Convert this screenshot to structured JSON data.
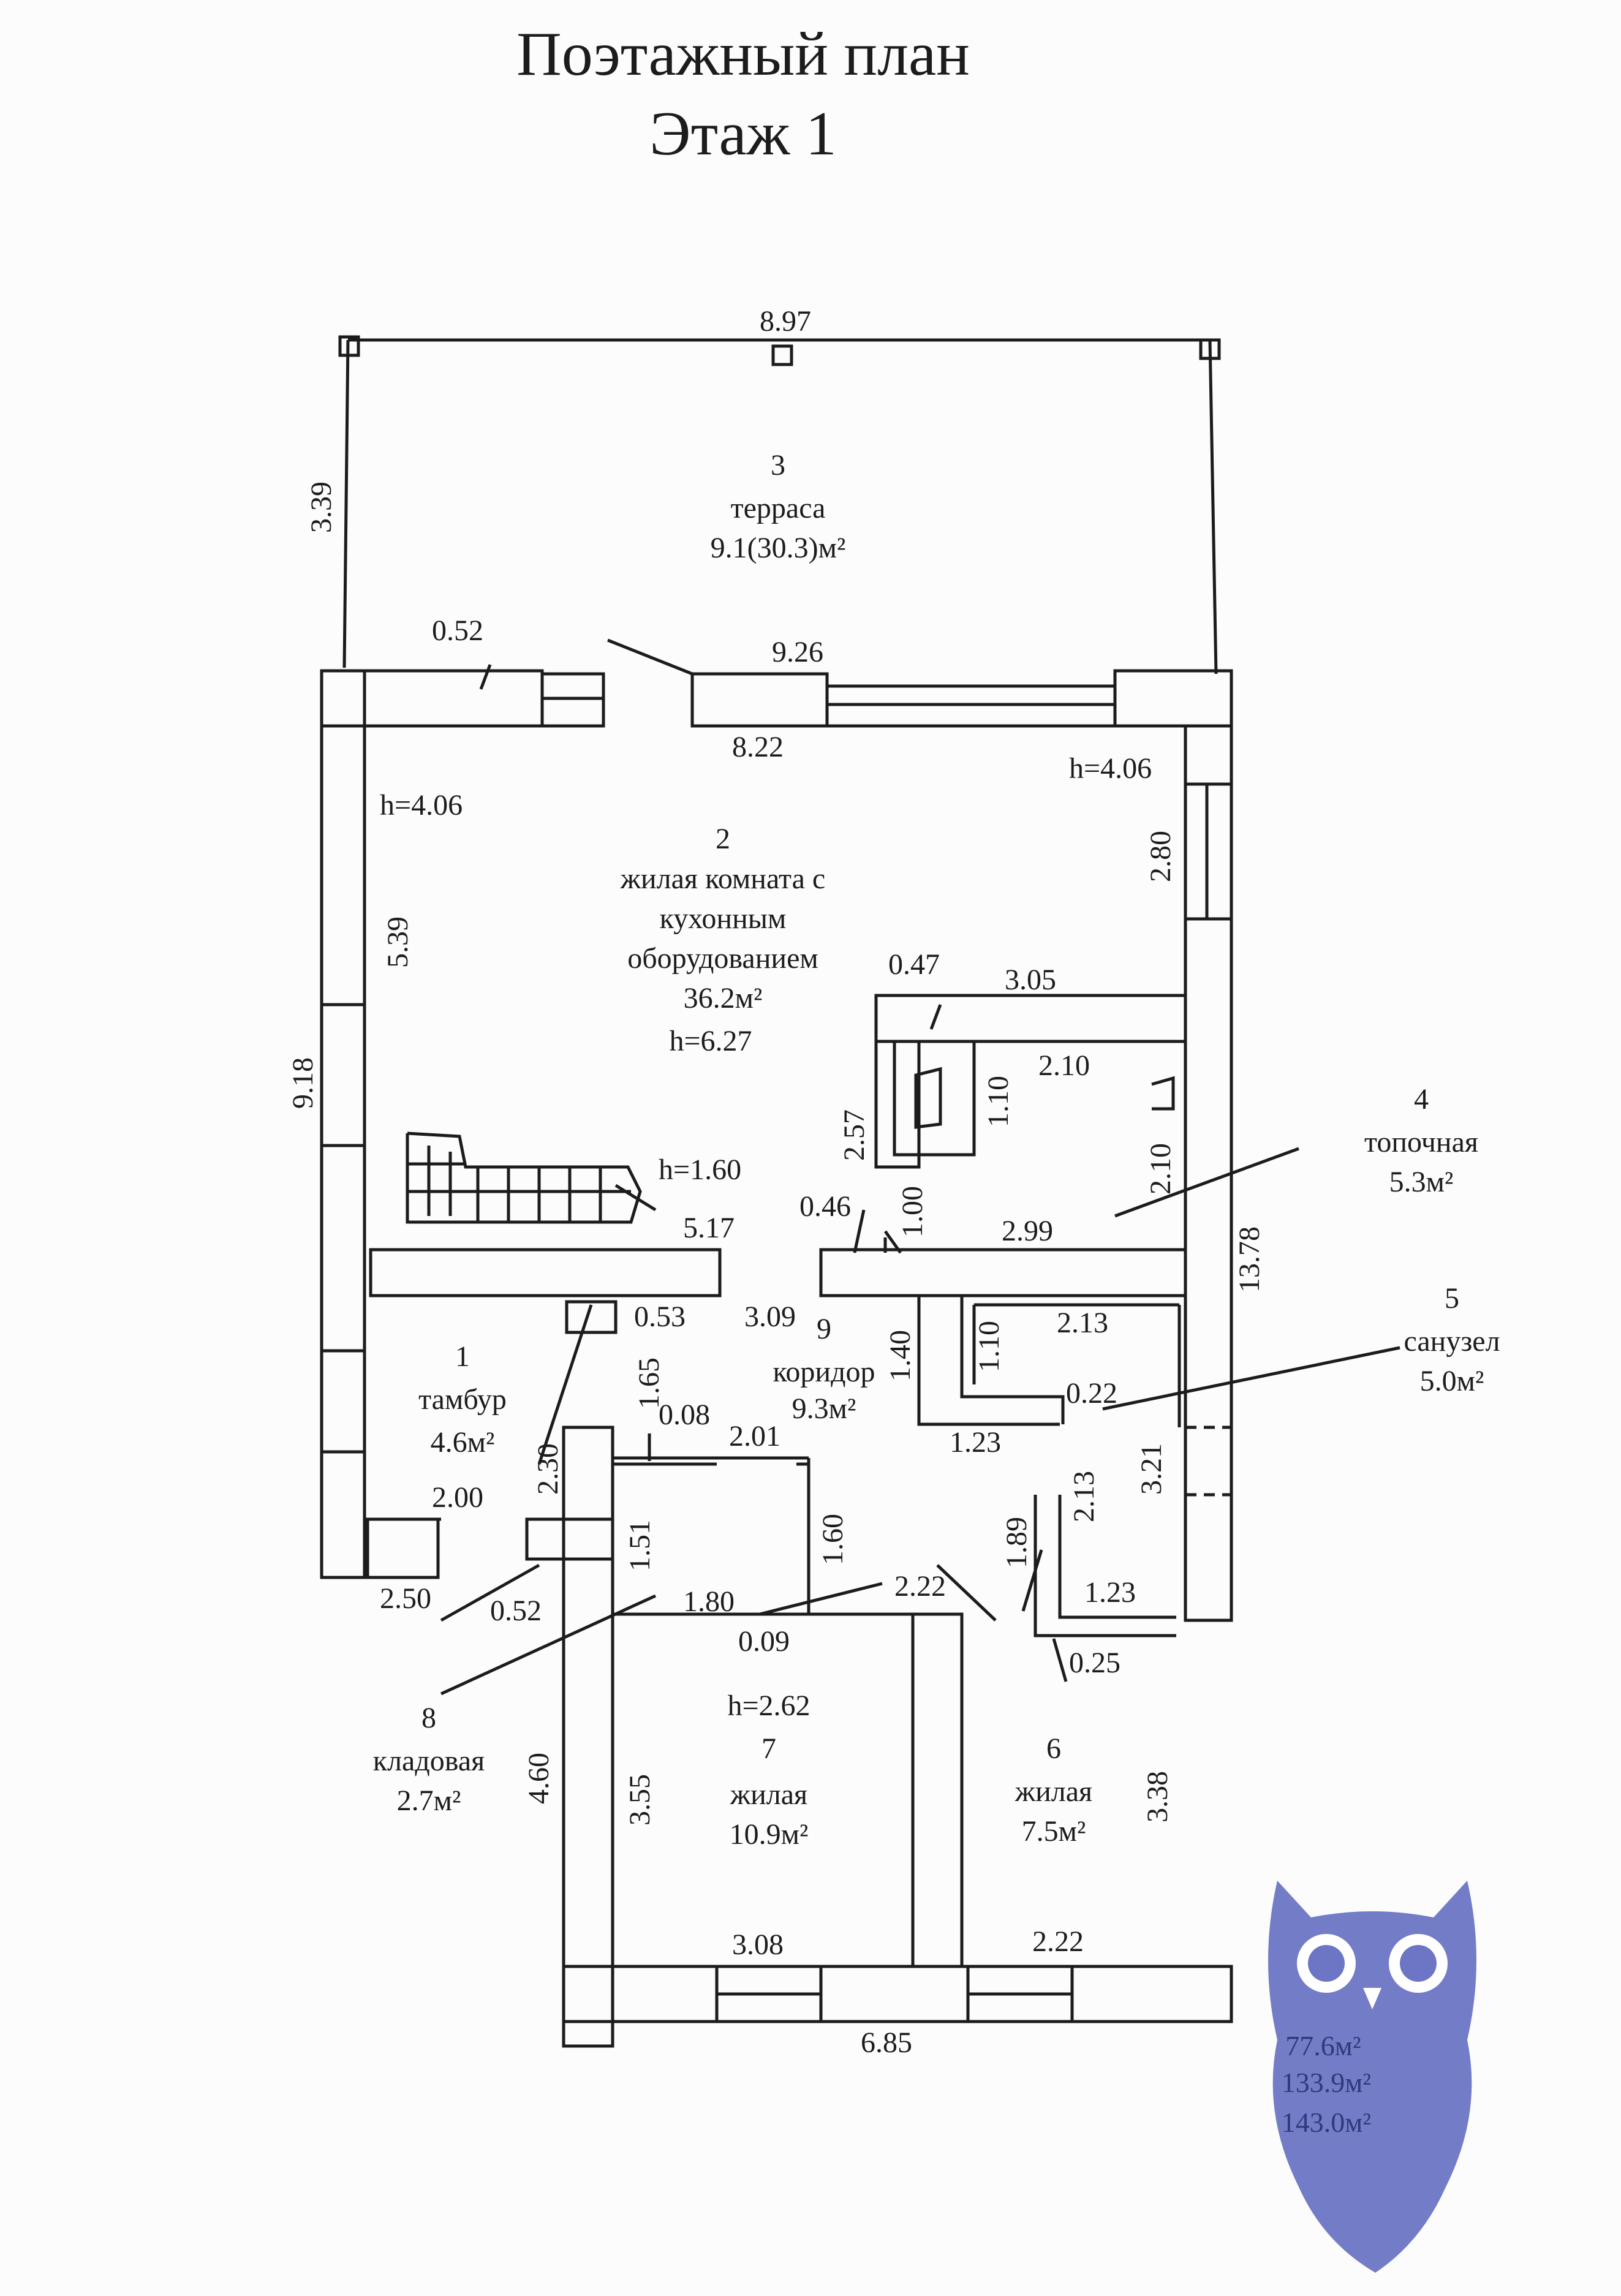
{
  "title": "Поэтажный план",
  "subtitle": "Этаж  1",
  "colors": {
    "ink": "#1c1c1c",
    "paper": "#fcfcfc",
    "owl": "#6c76c4",
    "owl_text": "#2f3a7c"
  },
  "rooms": [
    {
      "num": "3",
      "name": "терраса",
      "area": "9.1(30.3)м²"
    },
    {
      "num": "2",
      "name_lines": [
        "жилая комната с",
        "кухонным",
        "оборудованием"
      ],
      "area": "36.2м²",
      "height": "h=6.27"
    },
    {
      "num": "4",
      "name": "топочная",
      "area": "5.3м²"
    },
    {
      "num": "5",
      "name": "санузел",
      "area": "5.0м²"
    },
    {
      "num": "1",
      "name": "тамбур",
      "area": "4.6м²"
    },
    {
      "num": "9",
      "name": "коридор",
      "area": "9.3м²"
    },
    {
      "num": "8",
      "name": "кладовая",
      "area": "2.7м²"
    },
    {
      "num": "7",
      "name": "жилая",
      "area": "10.9м²",
      "height": "h=2.62"
    },
    {
      "num": "6",
      "name": "жилая",
      "area": "7.5м²"
    }
  ],
  "heights": {
    "left": "h=4.06",
    "right": "h=4.06",
    "stair": "h=1.60"
  },
  "dims": {
    "terrace_width": "8.97",
    "terrace_depth": "3.39",
    "left_top_wall": "0.52",
    "front_outer": "9.26",
    "front_inner": "8.22",
    "right_upper": "2.80",
    "left_wall": "5.39",
    "left_total": "9.18",
    "stove_wall": "0.47",
    "stove_len": "3.05",
    "stove_depth": "1.10",
    "stove_w": "2.10",
    "stove_side": "2.57",
    "boiler_side": "2.10",
    "partition_a": "0.46",
    "partition_b": "1.00",
    "partition_len": "2.99",
    "partition_left": "5.17",
    "right_total": "13.78",
    "vest_wall": "0.53",
    "corr_w": "3.09",
    "corr_h": "1.65",
    "bath_a": "1.40",
    "bath_b": "1.10",
    "bath_w": "2.13",
    "bath_wall": "0.22",
    "bath_c": "1.23",
    "bath_h": "3.21",
    "closet_wall": "0.08",
    "closet_w": "2.01",
    "vest_h": "2.30",
    "closet_h": "1.51",
    "closet_side": "1.60",
    "vest_w": "2.00",
    "vest_front": "2.50",
    "store_wall": "0.52",
    "store_w": "1.80",
    "store_wall2": "0.09",
    "room6_top": "2.22",
    "room6_side": "1.89",
    "bath_low": "2.13",
    "bath_low_w": "1.23",
    "bath_low_wall": "0.25",
    "left_low": "4.60",
    "room7_h": "3.55",
    "room6_h": "3.38",
    "room7_w": "3.08",
    "room6_w": "2.22",
    "bottom_total": "6.85"
  },
  "owl": {
    "icon": "owl-logo-icon",
    "areas": [
      "77.6м²",
      "133.9м²",
      "143.0м²"
    ]
  }
}
